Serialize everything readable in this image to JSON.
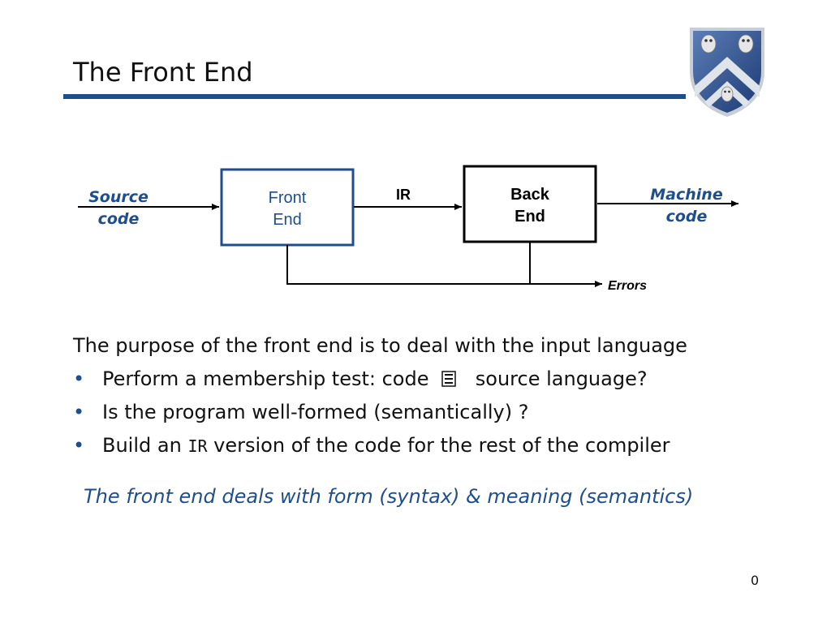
{
  "slide": {
    "title": "The Front End",
    "page_number": "0"
  },
  "diagram": {
    "source_label_line1": "Source",
    "source_label_line2": "code",
    "front_end_line1": "Front",
    "front_end_line2": "End",
    "ir_label": "IR",
    "back_end_line1": "Back",
    "back_end_line2": "End",
    "machine_label_line1": "Machine",
    "machine_label_line2": "code",
    "errors_label": "Errors"
  },
  "content": {
    "intro": "The purpose of the front end is to deal with the input language",
    "bullet_marker": "•",
    "bullet1_before": "Perform a membership test: code",
    "bullet1_after": "source language?",
    "bullet2": "Is the program well-formed (semantically) ?",
    "bullet3_before": "Build an",
    "bullet3_ir": "IR",
    "bullet3_after": "version of the code for the rest of the compiler",
    "summary": "The front end deals with form (syntax) & meaning (semantics)"
  },
  "colors": {
    "accent_blue": "#1f4e8c",
    "front_end_text": "#1f4e8c"
  },
  "icons": [
    "rice-university-crest",
    "element-of-symbol"
  ]
}
